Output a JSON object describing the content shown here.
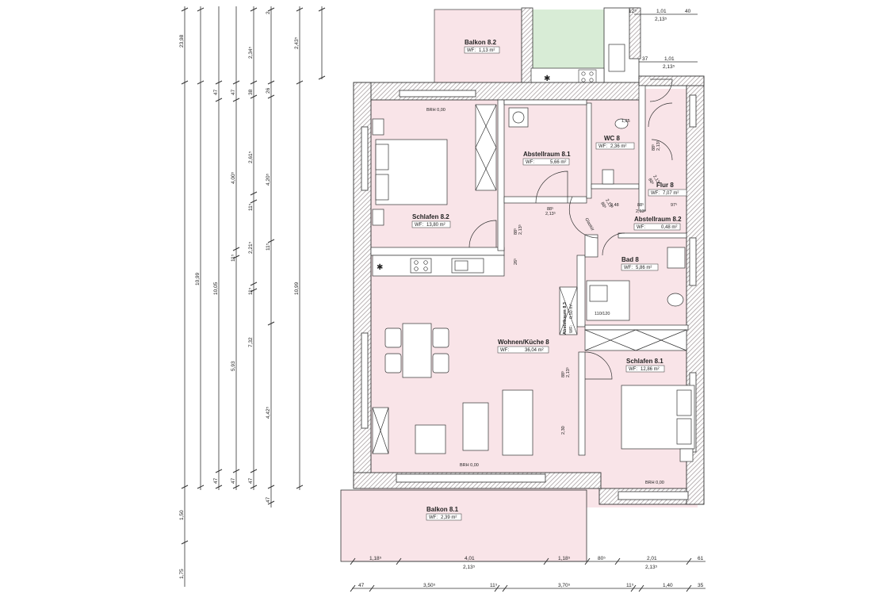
{
  "colors": {
    "room_fill": "#f9e4e8",
    "wall_fill": "#ffffff",
    "wall_hatch": "#b0a7a9",
    "balcony_green": "#d8ecd6",
    "line": "#333333"
  },
  "rooms": {
    "balkon_82": {
      "name": "Balkon 8.2",
      "area_label": "WF:",
      "area": "1,13 m²"
    },
    "abstellraum_81": {
      "name": "Abstellraum 8.1",
      "area_label": "WF:",
      "area": "5,66 m²"
    },
    "wc_8": {
      "name": "WC 8",
      "area_label": "WF:",
      "area": "2,36 m²"
    },
    "flur_8": {
      "name": "Flur 8",
      "area_label": "WF:",
      "area": "7,07 m²"
    },
    "schlafen_82": {
      "name": "Schlafen 8.2",
      "area_label": "WF:",
      "area": "13,80 m²"
    },
    "abstellraum_82": {
      "name": "Abstellraum 8.2",
      "area_label": "WF:",
      "area": "0,48 m²"
    },
    "bad_8": {
      "name": "Bad 8",
      "area_label": "WF:",
      "area": "5,86 m²"
    },
    "wohnen_kueche_8": {
      "name": "Wohnen/Küche 8",
      "area_label": "WF:",
      "area": "36,04 m²"
    },
    "abstellraum_83": {
      "name": "Abstellraum 8.3",
      "area_label": "WF:",
      "area": "0,50 m²"
    },
    "schlafen_81": {
      "name": "Schlafen 8.1",
      "area_label": "WF:",
      "area": "12,86 m²"
    },
    "balkon_81": {
      "name": "Balkon 8.1",
      "area_label": "WF:",
      "area": "2,39 m²"
    }
  },
  "annotations": {
    "brh_top": "BRH 0,00",
    "brh_bottom": "BRH 0,00",
    "brh_right": "BRH 0,00",
    "shower": "110/120",
    "glas_tuer": "Glastür",
    "d_125": "1,25",
    "d_88a": "88⁵",
    "d_213a": "2,13⁵",
    "d_88b": "88⁵",
    "d_213b": "2,13⁵",
    "d_88c": "88⁵",
    "d_213c": "2,13⁵",
    "d_88d": "88⁵",
    "d_213d": "2,13⁵",
    "d_88e": "88⁵",
    "d_213e": "2,13⁵",
    "d_88f": "88⁵",
    "d_213f": "2,13⁵",
    "d_88g": "88⁵",
    "d_213g": "2,13⁵",
    "d_048": "0,48",
    "d_975": "97⁵",
    "d_26": "26⁵",
    "d_230": "2,30"
  },
  "vertical_dims": [
    {
      "id": "v1",
      "labels": [
        "23,98"
      ]
    },
    {
      "id": "v2",
      "labels": [
        "10,99",
        "1,50",
        "1,75"
      ]
    },
    {
      "id": "v3",
      "labels": [
        "47",
        "10,05",
        "47"
      ]
    },
    {
      "id": "v4",
      "labels": [
        "47",
        "4,00⁵",
        "11⁵",
        "5,93",
        "47"
      ]
    },
    {
      "id": "v5",
      "labels": [
        "2,34⁵",
        "38",
        "2,61⁵",
        "11⁵",
        "2,21⁵",
        "11⁵",
        "7,32",
        "47"
      ]
    },
    {
      "id": "v6",
      "labels": [
        "2",
        "26",
        "4,20⁵",
        "11⁵",
        "4,42⁵",
        "47"
      ]
    },
    {
      "id": "v7",
      "labels": [
        "2,43⁵",
        "10,99"
      ]
    }
  ],
  "top_dims": {
    "row1": [
      "12⁵",
      "1,01",
      "40"
    ],
    "row1_sub": "2,13⁵",
    "row2": [
      "37",
      "1,01"
    ],
    "row2_sub": "2,13⁵"
  },
  "bottom_dims": {
    "row1": [
      "1,18⁵",
      "4,01",
      "1,18⁵",
      "80⁵",
      "2,01",
      "61"
    ],
    "row1_sub": [
      "2,13⁵",
      "2,13⁵"
    ],
    "row2": [
      "47",
      "3,50⁵",
      "11⁵",
      "3,70⁵",
      "11⁵",
      "1,40",
      "35"
    ]
  }
}
